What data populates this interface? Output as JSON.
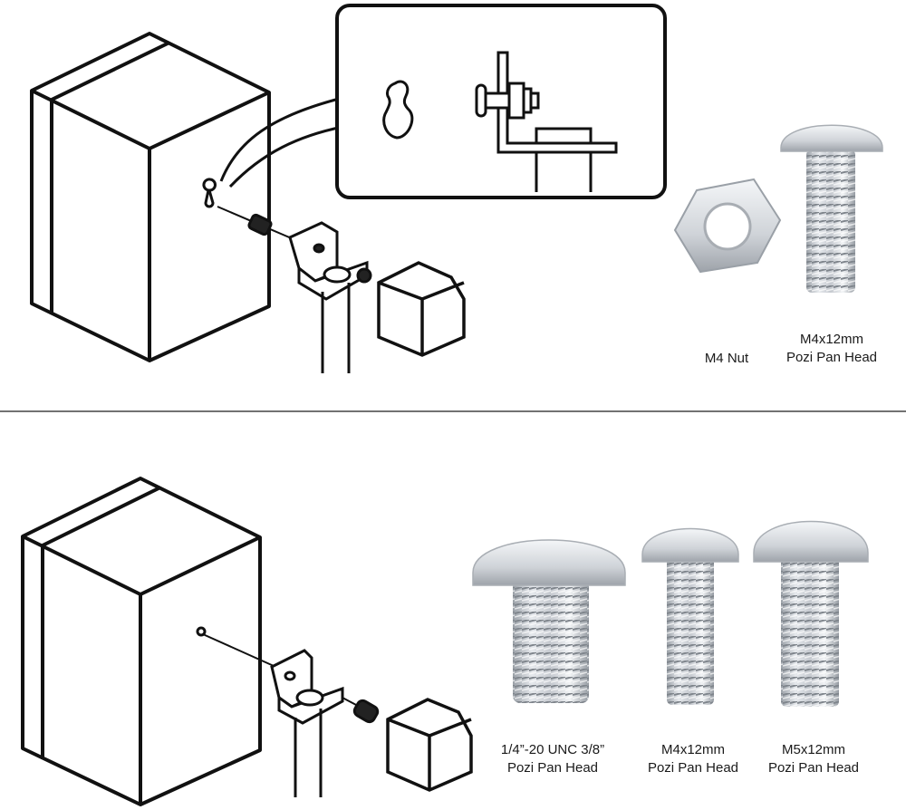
{
  "top_panel": {
    "nut": {
      "label": "M4 Nut",
      "icon": "hex-nut-icon"
    },
    "screw": {
      "size": "M4x12mm",
      "type": "Pozi Pan Head",
      "icon": "pan-head-screw-icon"
    }
  },
  "bottom_panel": {
    "screws": [
      {
        "size": "1/4”-20 UNC 3/8”",
        "type": "Pozi Pan Head",
        "icon": "pan-head-screw-icon"
      },
      {
        "size": "M4x12mm",
        "type": "Pozi Pan Head",
        "icon": "pan-head-screw-icon"
      },
      {
        "size": "M5x12mm",
        "type": "Pozi Pan Head",
        "icon": "pan-head-screw-icon"
      }
    ]
  },
  "colors": {
    "line": "#111111",
    "metal_light": "#eef0f3",
    "metal_mid": "#c3c7cd",
    "metal_dark": "#8e939a"
  }
}
